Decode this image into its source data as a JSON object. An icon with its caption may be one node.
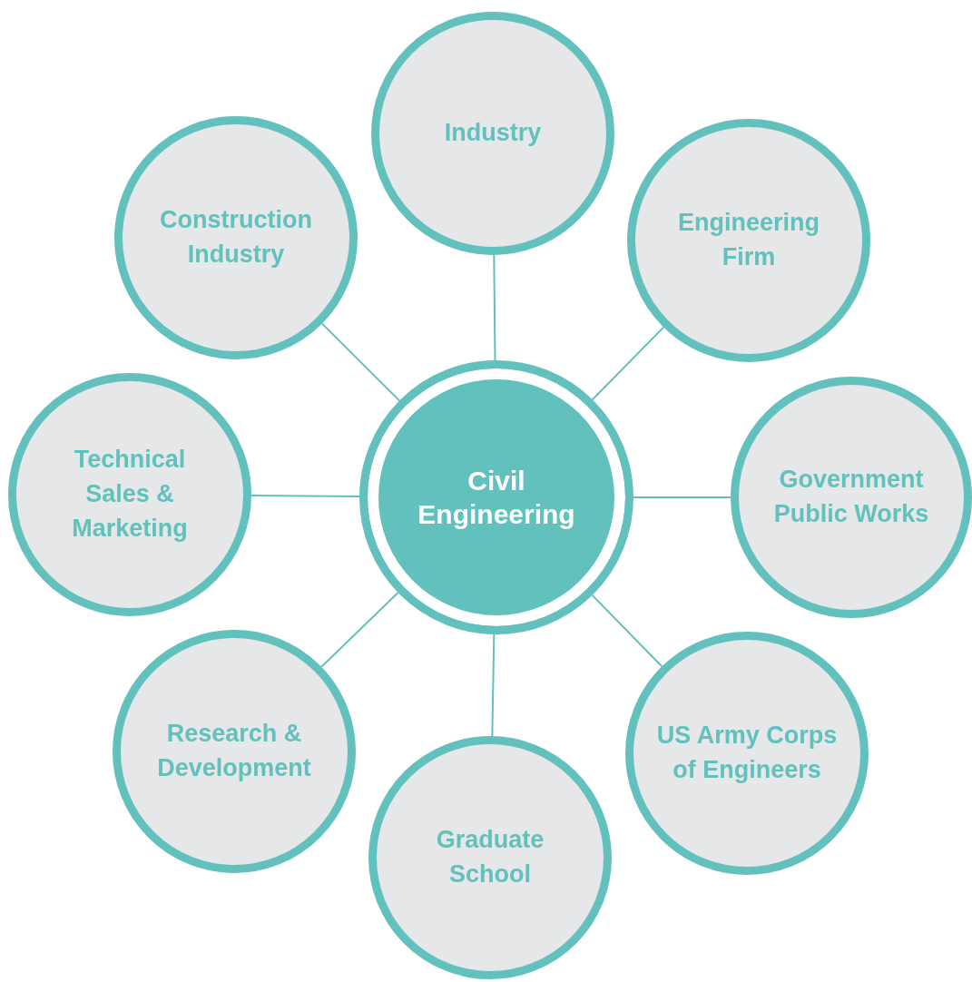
{
  "diagram": {
    "nodes": [
      {
        "text": [
          "Civil Engineering"
        ]
      },
      {
        "text": [
          "Industry"
        ]
      },
      {
        "text": [
          "Engineering Firm"
        ]
      },
      {
        "text": [
          "Government Public Works"
        ]
      },
      {
        "text": [
          "US Army Corps of Engineers"
        ]
      },
      {
        "text": [
          "Graduate School"
        ]
      },
      {
        "text": [
          "Research & Development"
        ]
      },
      {
        "text": [
          "Technical Sales & Marketing"
        ]
      },
      {
        "text": [
          "Construction Industry"
        ]
      }
    ],
    "edges": [
      {
        "from": 0,
        "to": 1,
        "arrow": "none"
      },
      {
        "from": 0,
        "to": 2,
        "arrow": "none"
      },
      {
        "from": 0,
        "to": 3,
        "arrow": "none"
      },
      {
        "from": 0,
        "to": 4,
        "arrow": "none"
      },
      {
        "from": 0,
        "to": 5,
        "arrow": "none"
      },
      {
        "from": 0,
        "to": 6,
        "arrow": "none"
      },
      {
        "from": 0,
        "to": 7,
        "arrow": "none"
      },
      {
        "from": 0,
        "to": 8,
        "arrow": "none"
      }
    ]
  }
}
